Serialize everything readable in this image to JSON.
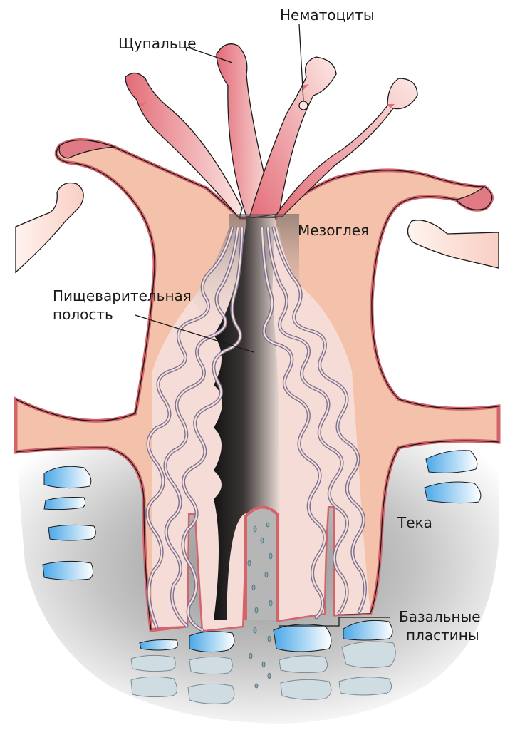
{
  "labels": {
    "tentacle": "Щупальце",
    "nematocysts": "Нематоциты",
    "mesoglea": "Мезоглея",
    "gastric_cavity_line1": "Пищеварительная",
    "gastric_cavity_line2": "полость",
    "theca": "Тека",
    "basal_plates_line1": "Базальные",
    "basal_plates_line2": "пластины"
  },
  "colors": {
    "tissue": "#f4c1aa",
    "tissue_edge": "#d4646a",
    "tentacle_dark": "#e36c78",
    "tentacle_light": "#fbe4e0",
    "septa_fill": "#f6dcd6",
    "septa_edge": "#7a7290",
    "cavity_dark": "#141414",
    "cavity_light": "#e9dbd6",
    "skeleton_grey": "#b8b8b8",
    "crystal_blue": "#5ab2ea",
    "plate_grey": "#cfdde3"
  }
}
